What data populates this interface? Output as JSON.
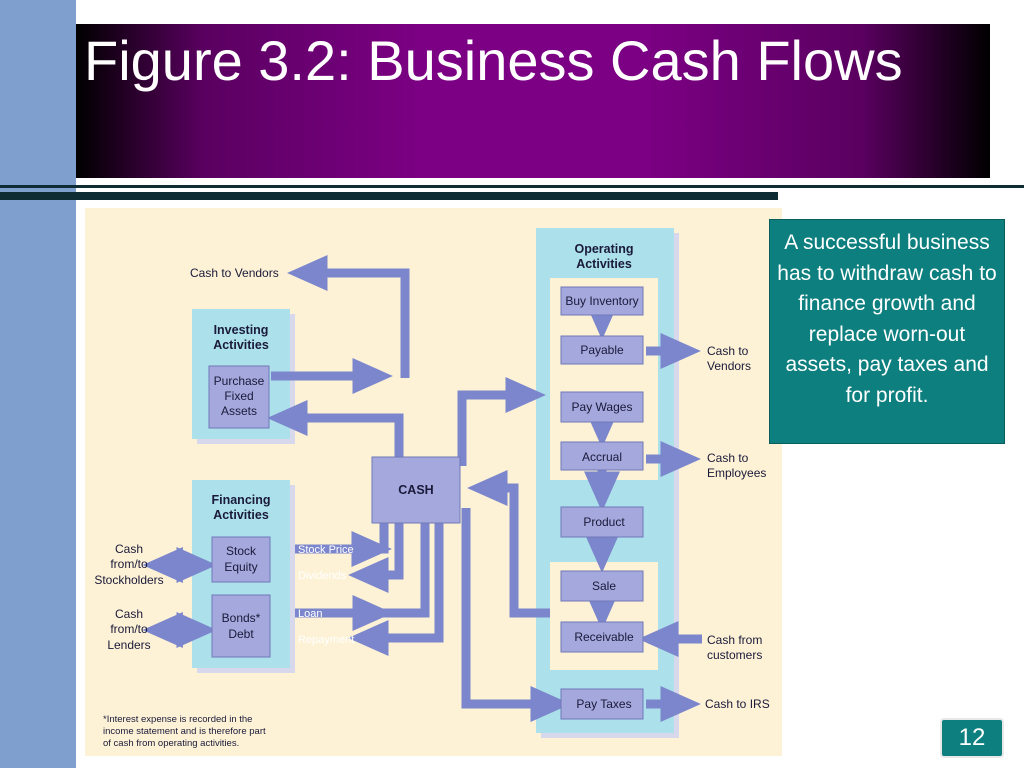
{
  "slide": {
    "title": "Figure 3.2:  Business Cash Flows",
    "note": "A successful business has to withdraw cash to finance growth and replace worn-out assets, pay taxes and for profit.",
    "page_number": "12"
  },
  "diagram": {
    "cash": "CASH",
    "investing": {
      "title_1": "Investing",
      "title_2": "Activities",
      "purchase_1": "Purchase",
      "purchase_2": "Fixed",
      "purchase_3": "Assets"
    },
    "financing": {
      "title_1": "Financing",
      "title_2": "Activities",
      "stock_1": "Stock",
      "stock_2": "Equity",
      "bonds_1": "Bonds*",
      "bonds_2": "Debt",
      "stock_price": "Stock Price",
      "dividends": "Dividends",
      "loan": "Loan",
      "repayment": "Repayment"
    },
    "operating": {
      "title_1": "Operating",
      "title_2": "Activities",
      "buy_inventory": "Buy Inventory",
      "payable": "Payable",
      "pay_wages": "Pay Wages",
      "accrual": "Accrual",
      "product": "Product",
      "sale": "Sale",
      "receivable": "Receivable",
      "pay_taxes": "Pay Taxes"
    },
    "external": {
      "cash_to_vendors_top": "Cash to Vendors",
      "stockholders_1": "Cash",
      "stockholders_2": "from/to",
      "stockholders_3": "Stockholders",
      "lenders_1": "Cash",
      "lenders_2": "from/to",
      "lenders_3": "Lenders",
      "vendors_1": "Cash to",
      "vendors_2": "Vendors",
      "employees_1": "Cash to",
      "employees_2": "Employees",
      "customers_1": "Cash from",
      "customers_2": "customers",
      "irs": "Cash to IRS"
    },
    "footnote_1": "*Interest expense is recorded in the",
    "footnote_2": "income statement and is therefore part",
    "footnote_3": "of cash from operating activities."
  },
  "colors": {
    "title_gradient": "#7c0084",
    "side_bar": "#7f9fcf",
    "note_background": "#0e7f7f",
    "figure_background": "#fdf2d6",
    "panel": "#ace0ea",
    "box": "#a4a8dc",
    "arrow": "#7b86cc"
  }
}
